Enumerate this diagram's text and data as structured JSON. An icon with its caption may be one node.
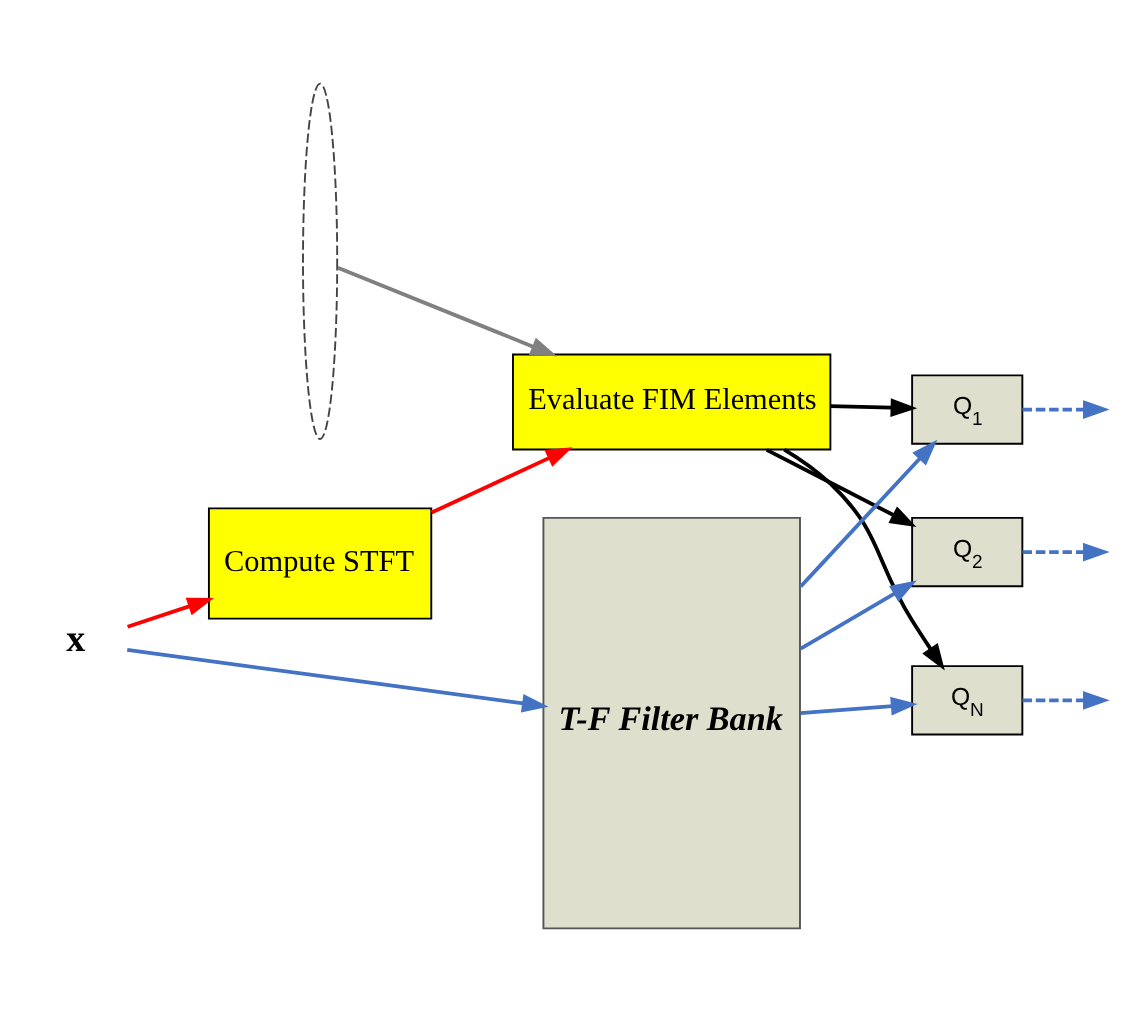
{
  "diagram": {
    "nodes": [
      {
        "text": [
          "Compute STFT"
        ]
      },
      {
        "text": [
          "Evaluate FIM Elements"
        ]
      },
      {
        "text": [
          "x"
        ]
      },
      {
        "text": [
          "T-F Filter Bank"
        ]
      },
      {
        "text": [],
        "shape": "ellipse"
      },
      {
        "text": [
          "Q$_{1}$"
        ]
      },
      {
        "text": [
          "Q$_{2}$"
        ]
      },
      {
        "text": [
          "Q$_{N}$"
        ]
      }
    ],
    "edges": [
      {
        "from": 0,
        "to": 1,
        "arrow": "to",
        "color": "#ff0000"
      },
      {
        "from": 2,
        "to": 0,
        "arrow": "to",
        "color": "#ff0000"
      },
      {
        "from": 2,
        "to": 3,
        "arrow": "to"
      },
      {
        "from": 1,
        "to": 5,
        "arrow": "to",
        "color": "#000000"
      },
      {
        "from": 1,
        "to": 6,
        "arrow": "to",
        "color": "#000000"
      },
      {
        "from": 1,
        "to": 7,
        "arrow": "to",
        "color": "#000000"
      },
      {
        "from": 4,
        "to": 1,
        "arrow": "to",
        "color": "#808080"
      },
      {
        "from": 3,
        "to": 5,
        "arrow": "to"
      },
      {
        "from": 3,
        "to": 6,
        "arrow": "to"
      },
      {
        "from": 3,
        "to": 7,
        "arrow": "to"
      },
      {
        "from": 5,
        "to": null,
        "arrow": "to",
        "style": "dashed"
      },
      {
        "from": 6,
        "to": null,
        "arrow": "to",
        "style": "dashed"
      },
      {
        "from": 7,
        "to": null,
        "arrow": "to",
        "style": "dashed"
      }
    ]
  }
}
